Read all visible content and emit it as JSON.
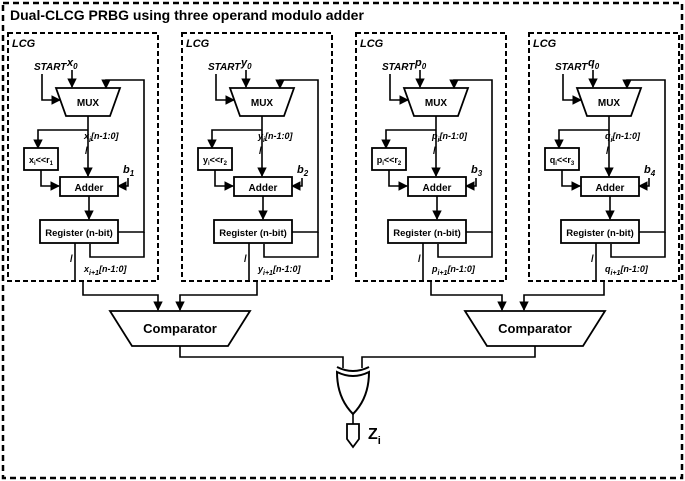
{
  "title": "Dual-CLCG PRBG using three operand modulo adder",
  "lcg_units": [
    {
      "label": "LCG",
      "start": "START",
      "seed": {
        "base": "x",
        "sub": "0"
      },
      "mux": "MUX",
      "bus_out": {
        "base": "x",
        "sub": "i",
        "suffix": "[n-1:0]"
      },
      "shift": {
        "base": "x",
        "sub1": "i",
        "mid": "<<r",
        "sub2": "1"
      },
      "constant": {
        "base": "b",
        "sub": "1"
      },
      "adder": "Adder",
      "register": "Register (n-bit)",
      "next_out": {
        "base": "x",
        "sub": "i+1",
        "suffix": "[n-1:0]"
      }
    },
    {
      "label": "LCG",
      "start": "START",
      "seed": {
        "base": "y",
        "sub": "0"
      },
      "mux": "MUX",
      "bus_out": {
        "base": "y",
        "sub": "i",
        "suffix": "[n-1:0]"
      },
      "shift": {
        "base": "y",
        "sub1": "i",
        "mid": "<<r",
        "sub2": "2"
      },
      "constant": {
        "base": "b",
        "sub": "2"
      },
      "adder": "Adder",
      "register": "Register (n-bit)",
      "next_out": {
        "base": "y",
        "sub": "i+1",
        "suffix": "[n-1:0]"
      }
    },
    {
      "label": "LCG",
      "start": "START",
      "seed": {
        "base": "p",
        "sub": "0"
      },
      "mux": "MUX",
      "bus_out": {
        "base": "p",
        "sub": "i",
        "suffix": "[n-1:0]"
      },
      "shift": {
        "base": "p",
        "sub1": "i",
        "mid": "<<r",
        "sub2": "2"
      },
      "constant": {
        "base": "b",
        "sub": "3"
      },
      "adder": "Adder",
      "register": "Register (n-bit)",
      "next_out": {
        "base": "p",
        "sub": "i+1",
        "suffix": "[n-1:0]"
      }
    },
    {
      "label": "LCG",
      "start": "START",
      "seed": {
        "base": "q",
        "sub": "0"
      },
      "mux": "MUX",
      "bus_out": {
        "base": "q",
        "sub": "i",
        "suffix": "[n-1:0]"
      },
      "shift": {
        "base": "q",
        "sub1": "i",
        "mid": "<<r",
        "sub2": "3"
      },
      "constant": {
        "base": "b",
        "sub": "4"
      },
      "adder": "Adder",
      "register": "Register (n-bit)",
      "next_out": {
        "base": "q",
        "sub": "i+1",
        "suffix": "[n-1:0]"
      }
    }
  ],
  "comparators": [
    "Comparator",
    "Comparator"
  ],
  "output": {
    "base": "Z",
    "sub": "i"
  },
  "bus_slash": "/"
}
